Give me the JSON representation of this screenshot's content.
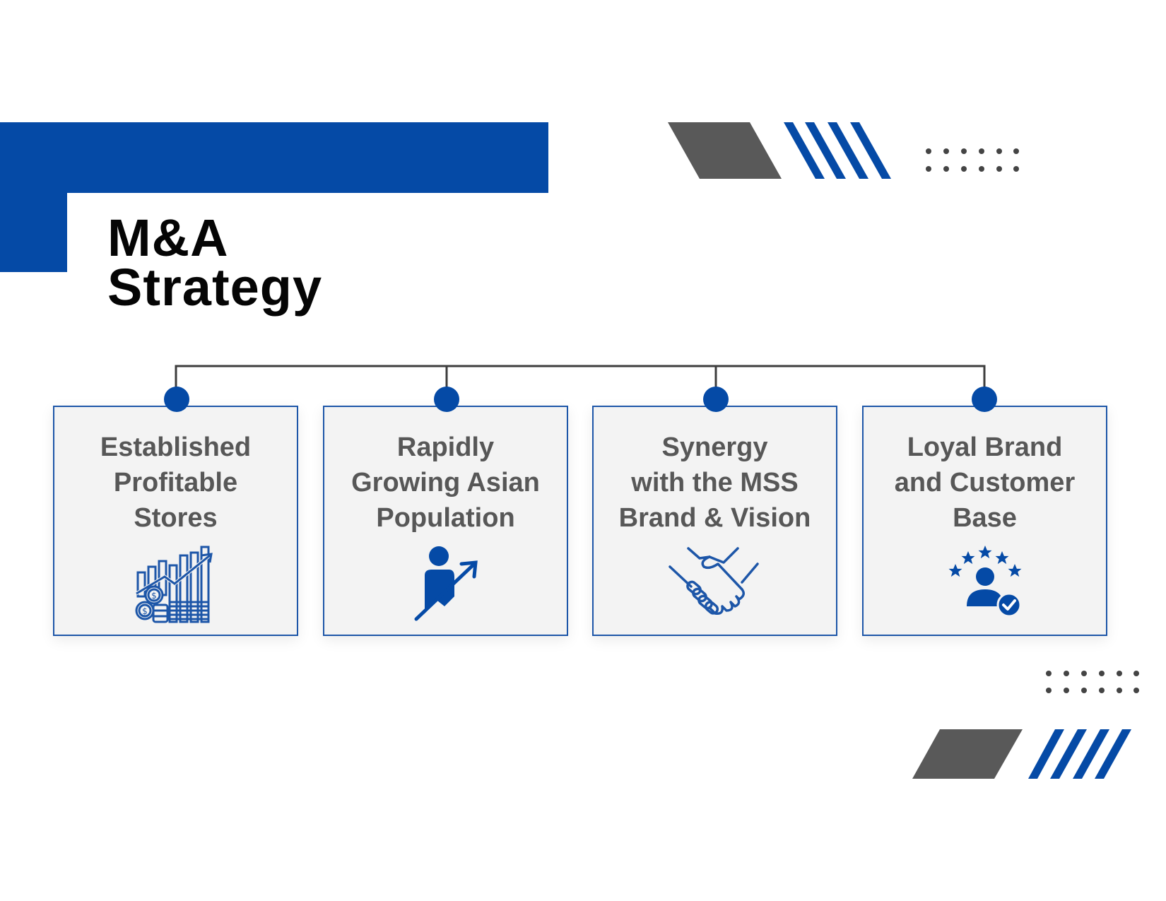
{
  "title": {
    "line1": "M&A",
    "line2": "Strategy"
  },
  "colors": {
    "brand_blue": "#054aa6",
    "dark_gray": "#595959",
    "card_fill": "#f3f3f3",
    "text_gray": "#575757"
  },
  "cards": [
    {
      "lines": [
        "Established",
        "Profitable",
        "Stores"
      ],
      "icon": "growth-chart-coins-icon"
    },
    {
      "lines": [
        "Rapidly",
        "Growing Asian",
        "Population"
      ],
      "icon": "person-growth-arrow-icon"
    },
    {
      "lines": [
        "Synergy",
        "with the MSS",
        "Brand & Vision"
      ],
      "icon": "handshake-icon"
    },
    {
      "lines": [
        "Loyal Brand",
        "and Customer",
        "Base"
      ],
      "icon": "customer-rating-stars-icon"
    }
  ]
}
